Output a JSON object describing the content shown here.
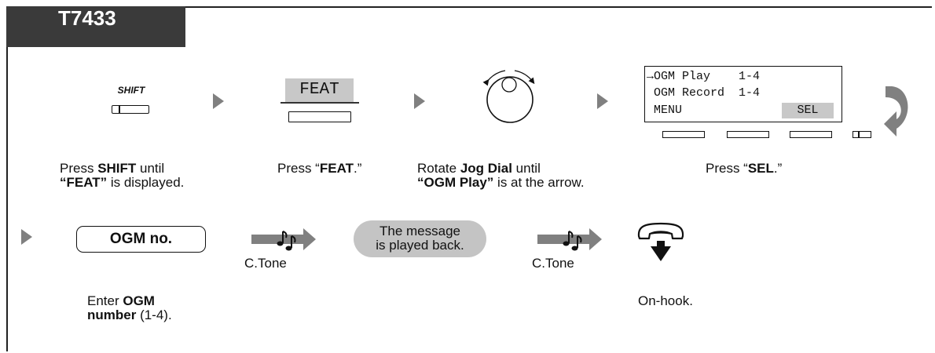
{
  "model": "T7433",
  "row1": {
    "shift_key": "SHIFT",
    "feat_label": "FEAT",
    "display": {
      "line1": "→OGM Play    1-4",
      "line2": " OGM Record  1-4",
      "line3_left": " MENU",
      "line3_right": "SEL"
    },
    "captions": {
      "step1": {
        "t1": "Press ",
        "b1": "SHIFT",
        "t2": " until",
        "b2": "“FEAT”",
        "t3": " is displayed."
      },
      "step2": {
        "t1": "Press “",
        "b1": "FEAT",
        "t2": ".”"
      },
      "step3": {
        "t1": "Rotate ",
        "b1": "Jog Dial",
        "t2": " until",
        "b2": "“OGM Play”",
        "t3": " is at the arrow."
      },
      "step4": {
        "t1": "Press “",
        "b1": "SEL",
        "t2": ".”"
      }
    }
  },
  "row2": {
    "ogm_button": "OGM no.",
    "tone1_label": "C.Tone",
    "message_line1": "The message",
    "message_line2": "is played back.",
    "tone2_label": "C.Tone",
    "captions": {
      "step5": {
        "t1": "Enter ",
        "b1": "OGM",
        "b2": "number",
        "t2": " (1-4)."
      },
      "step6": "On-hook."
    }
  },
  "colors": {
    "tab": "#3a3a3a",
    "arrow": "#808080",
    "highlight": "#c8c8c8",
    "bubble": "#c4c4c4"
  }
}
